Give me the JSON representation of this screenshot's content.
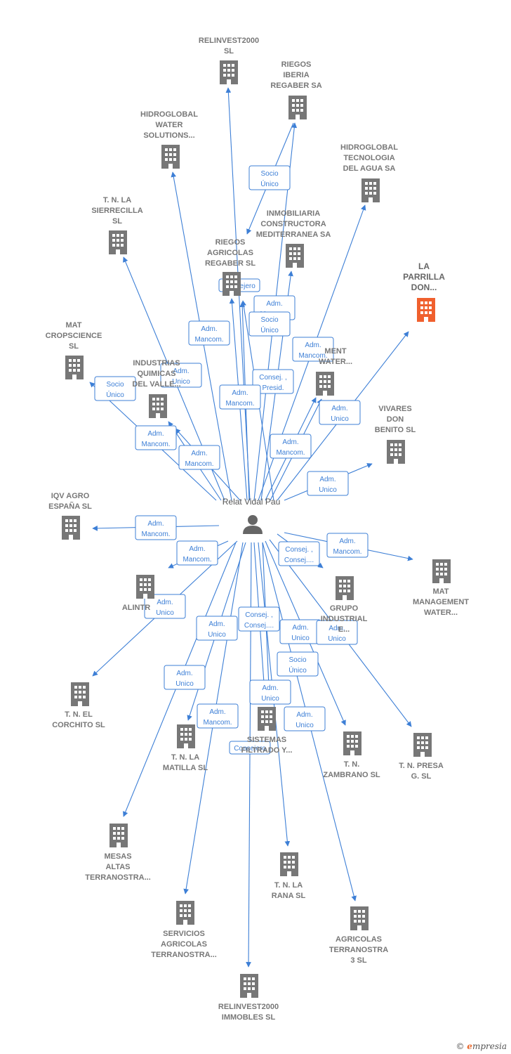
{
  "colors": {
    "edge": "#3d7fd6",
    "building": "#777777",
    "building_highlight": "#f0602e",
    "person": "#666666"
  },
  "person": {
    "name": "Relat Vidal Pau",
    "icon": "person-icon"
  },
  "companies": [
    {
      "id": "relinvest2000",
      "lines": [
        "RELINVEST2000",
        "SL"
      ]
    },
    {
      "id": "riegos-iberia",
      "lines": [
        "RIEGOS",
        "IBERIA",
        "REGABER SA"
      ]
    },
    {
      "id": "hidroglobal-water",
      "lines": [
        "HIDROGLOBAL",
        "WATER",
        "SOLUTIONS..."
      ]
    },
    {
      "id": "hidroglobal-tecnologia",
      "lines": [
        "HIDROGLOBAL",
        "TECNOLOGIA",
        "DEL AGUA SA"
      ]
    },
    {
      "id": "tn-sierrecilla",
      "lines": [
        "T. N. LA",
        "SIERRECILLA",
        "SL"
      ]
    },
    {
      "id": "inmobiliaria",
      "lines": [
        "INMOBILIARIA",
        "CONSTRUCTORA",
        "MEDITERRANEA SA"
      ]
    },
    {
      "id": "riegos-agricolas",
      "lines": [
        "RIEGOS",
        "AGRICOLAS",
        "REGABER SL"
      ]
    },
    {
      "id": "la-parrilla",
      "lines": [
        "LA",
        "PARRILLA",
        "DON..."
      ],
      "highlight": true
    },
    {
      "id": "mat-cropscience",
      "lines": [
        "MAT",
        "CROPSCIENCE",
        "SL"
      ]
    },
    {
      "id": "industrias-quimicas",
      "lines": [
        "INDUSTRIAS",
        "QUIMICAS",
        "DEL VALLE..."
      ]
    },
    {
      "id": "management-water",
      "lines": [
        "MENT",
        "WATER..."
      ]
    },
    {
      "id": "vivares",
      "lines": [
        "VIVARES",
        "DON",
        "BENITO SL"
      ]
    },
    {
      "id": "iqv-agro",
      "lines": [
        "IQV AGRO",
        "ESPAÑA SL"
      ]
    },
    {
      "id": "alintr",
      "lines": [
        "ALINTR"
      ]
    },
    {
      "id": "grupo-industrial",
      "lines": [
        "GRUPO",
        "INDUSTRIAL",
        "E..."
      ]
    },
    {
      "id": "mat-management",
      "lines": [
        "MAT",
        "MANAGEMENT",
        "WATER..."
      ]
    },
    {
      "id": "tn-corchito",
      "lines": [
        "T. N. EL",
        "CORCHITO SL"
      ]
    },
    {
      "id": "sistemas",
      "lines": [
        "SISTEMAS",
        "FILTRADO Y..."
      ]
    },
    {
      "id": "tn-matilla",
      "lines": [
        "T. N. LA",
        "MATILLA SL"
      ]
    },
    {
      "id": "tn-zambrano",
      "lines": [
        "T. N.",
        "ZAMBRANO SL"
      ]
    },
    {
      "id": "tn-presa",
      "lines": [
        "T. N. PRESA",
        "G. SL"
      ]
    },
    {
      "id": "mesas-altas",
      "lines": [
        "MESAS",
        "ALTAS",
        "TERRANOSTRA..."
      ]
    },
    {
      "id": "tn-rana",
      "lines": [
        "T. N. LA",
        "RANA SL"
      ]
    },
    {
      "id": "servicios-agricolas",
      "lines": [
        "SERVICIOS",
        "AGRICOLAS",
        "TERRANOSTRA..."
      ]
    },
    {
      "id": "agricolas-terranostra",
      "lines": [
        "AGRICOLAS",
        "TERRANOSTRA",
        "3 SL"
      ]
    },
    {
      "id": "relinvest2000-immobles",
      "lines": [
        "RELINVEST2000",
        "IMMOBLES SL"
      ]
    }
  ],
  "relations": [
    {
      "target": "relinvest2000",
      "lines": []
    },
    {
      "target": "riegos-iberia",
      "lines": []
    },
    {
      "target": "riegos-iberia-inmobiliaria",
      "lines": [
        "Socio",
        "Único"
      ]
    },
    {
      "target": "hidroglobal-water",
      "lines": [
        "Adm.",
        "Mancom."
      ]
    },
    {
      "target": "hidroglobal-tecnologia",
      "lines": [
        "Adm.",
        "Mancom."
      ]
    },
    {
      "target": "tn-sierrecilla",
      "lines": [
        "Adm.",
        "Unico"
      ]
    },
    {
      "target": "riegos-agricolas",
      "lines": [
        "Consejero"
      ]
    },
    {
      "target": "riegos-agricolas-2",
      "lines": [
        "Adm.",
        "Mancom."
      ]
    },
    {
      "target": "inmobiliaria",
      "lines": [
        "Socio",
        "Único"
      ]
    },
    {
      "target": "la-parrilla",
      "lines": [
        "Adm.",
        "Unico"
      ]
    },
    {
      "target": "mat-cropscience",
      "lines": [
        "Socio",
        "Único"
      ]
    },
    {
      "target": "industrias-quimicas",
      "lines": [
        "Adm.",
        "Mancom."
      ]
    },
    {
      "target": "industrias-quimicas-2",
      "lines": [
        "Adm.",
        "Mancom."
      ]
    },
    {
      "target": "management-water",
      "lines": [
        "Consej. ,",
        "Presid."
      ]
    },
    {
      "target": "management-water-2",
      "lines": [
        "Adm.",
        "Mancom."
      ]
    },
    {
      "target": "vivares",
      "lines": [
        "Adm.",
        "Unico"
      ]
    },
    {
      "target": "management-water-3",
      "lines": [
        "Adm.",
        "Mancom."
      ]
    },
    {
      "target": "iqv-agro",
      "lines": [
        "Adm.",
        "Mancom."
      ]
    },
    {
      "target": "alintr",
      "lines": [
        "Adm.",
        "Mancom."
      ]
    },
    {
      "target": "grupo-industrial",
      "lines": [
        "Consej. ,",
        "Consej...."
      ]
    },
    {
      "target": "mat-management",
      "lines": [
        "Adm.",
        "Mancom."
      ]
    },
    {
      "target": "tn-corchito",
      "lines": [
        "Adm.",
        "Unico"
      ]
    },
    {
      "target": "tn-matilla",
      "lines": [
        "Adm.",
        "Unico"
      ]
    },
    {
      "target": "sistemas",
      "lines": [
        "Consej. ,",
        "Consej...."
      ]
    },
    {
      "target": "tn-zambrano",
      "lines": [
        "Adm.",
        "Unico"
      ]
    },
    {
      "target": "tn-presa",
      "lines": [
        "Adm.",
        "Unico"
      ]
    },
    {
      "target": "mesas-altas",
      "lines": [
        "Adm.",
        "Unico"
      ]
    },
    {
      "target": "servicios-agricolas",
      "lines": [
        "Adm.",
        "Mancom."
      ]
    },
    {
      "target": "tn-rana",
      "lines": [
        "Adm.",
        "Unico"
      ]
    },
    {
      "target": "sistemas-2",
      "lines": [
        "Socio",
        "Único"
      ]
    },
    {
      "target": "relinvest2000-immobles",
      "lines": [
        "Consejero"
      ]
    },
    {
      "target": "agricolas-terranostra",
      "lines": [
        "Adm.",
        "Unico"
      ]
    }
  ],
  "footer": {
    "copyright": "©",
    "brand_initial": "e",
    "brand_rest": "mpresia"
  }
}
